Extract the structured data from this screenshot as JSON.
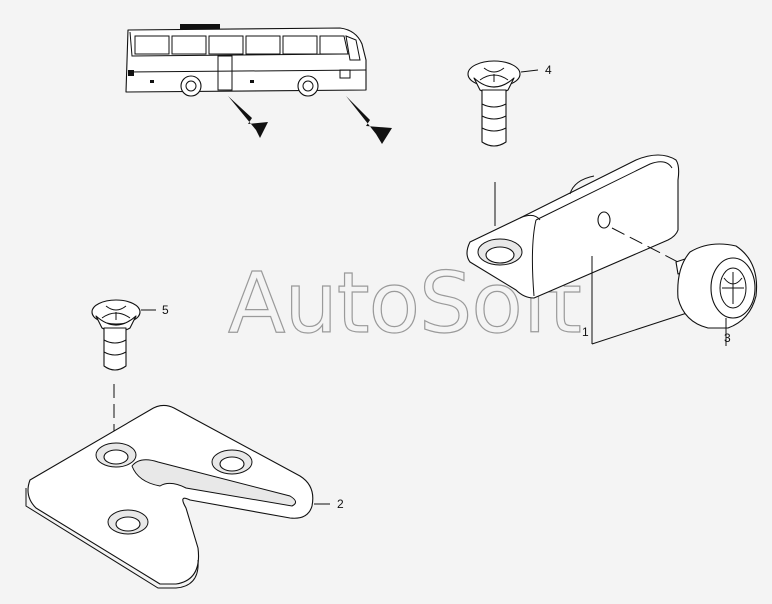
{
  "watermark": "AutoSoft",
  "callouts": {
    "c1": "1",
    "c2": "2",
    "c3": "3",
    "c4": "4",
    "c5": "5"
  },
  "colors": {
    "background": "#f4f4f4",
    "lines": "#111111",
    "watermark": "#9a9a9a"
  }
}
